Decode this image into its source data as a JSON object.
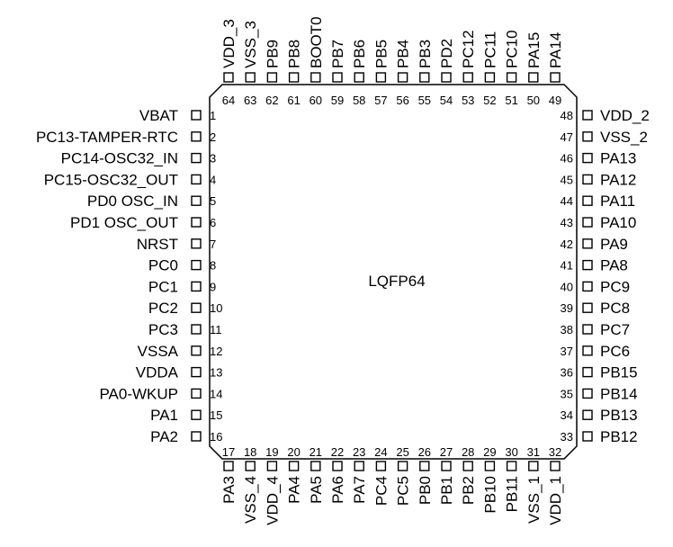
{
  "package": {
    "label": "LQFP64"
  },
  "pins": {
    "left": [
      {
        "num": "1",
        "name": "VBAT"
      },
      {
        "num": "2",
        "name": "PC13-TAMPER-RTC"
      },
      {
        "num": "3",
        "name": "PC14-OSC32_IN"
      },
      {
        "num": "4",
        "name": "PC15-OSC32_OUT"
      },
      {
        "num": "5",
        "name": "PD0 OSC_IN"
      },
      {
        "num": "6",
        "name": "PD1 OSC_OUT"
      },
      {
        "num": "7",
        "name": "NRST"
      },
      {
        "num": "8",
        "name": "PC0"
      },
      {
        "num": "9",
        "name": "PC1"
      },
      {
        "num": "10",
        "name": "PC2"
      },
      {
        "num": "11",
        "name": "PC3"
      },
      {
        "num": "12",
        "name": "VSSA"
      },
      {
        "num": "13",
        "name": "VDDA"
      },
      {
        "num": "14",
        "name": "PA0-WKUP"
      },
      {
        "num": "15",
        "name": "PA1"
      },
      {
        "num": "16",
        "name": "PA2"
      }
    ],
    "bottom": [
      {
        "num": "17",
        "name": "PA3"
      },
      {
        "num": "18",
        "name": "VSS_4"
      },
      {
        "num": "19",
        "name": "VDD_4"
      },
      {
        "num": "20",
        "name": "PA4"
      },
      {
        "num": "21",
        "name": "PA5"
      },
      {
        "num": "22",
        "name": "PA6"
      },
      {
        "num": "23",
        "name": "PA7"
      },
      {
        "num": "24",
        "name": "PC4"
      },
      {
        "num": "25",
        "name": "PC5"
      },
      {
        "num": "26",
        "name": "PB0"
      },
      {
        "num": "27",
        "name": "PB1"
      },
      {
        "num": "28",
        "name": "PB2"
      },
      {
        "num": "29",
        "name": "PB10"
      },
      {
        "num": "30",
        "name": "PB11"
      },
      {
        "num": "31",
        "name": "VSS_1"
      },
      {
        "num": "32",
        "name": "VDD_1"
      }
    ],
    "right": [
      {
        "num": "33",
        "name": "PB12"
      },
      {
        "num": "34",
        "name": "PB13"
      },
      {
        "num": "35",
        "name": "PB14"
      },
      {
        "num": "36",
        "name": "PB15"
      },
      {
        "num": "37",
        "name": "PC6"
      },
      {
        "num": "38",
        "name": "PC7"
      },
      {
        "num": "39",
        "name": "PC8"
      },
      {
        "num": "40",
        "name": "PC9"
      },
      {
        "num": "41",
        "name": "PA8"
      },
      {
        "num": "42",
        "name": "PA9"
      },
      {
        "num": "43",
        "name": "PA10"
      },
      {
        "num": "44",
        "name": "PA11"
      },
      {
        "num": "45",
        "name": "PA12"
      },
      {
        "num": "46",
        "name": "PA13"
      },
      {
        "num": "47",
        "name": "VSS_2"
      },
      {
        "num": "48",
        "name": "VDD_2"
      }
    ],
    "top": [
      {
        "num": "49",
        "name": "PA14"
      },
      {
        "num": "50",
        "name": "PA15"
      },
      {
        "num": "51",
        "name": "PC10"
      },
      {
        "num": "52",
        "name": "PC11"
      },
      {
        "num": "53",
        "name": "PC12"
      },
      {
        "num": "54",
        "name": "PD2"
      },
      {
        "num": "55",
        "name": "PB3"
      },
      {
        "num": "56",
        "name": "PB4"
      },
      {
        "num": "57",
        "name": "PB5"
      },
      {
        "num": "58",
        "name": "PB6"
      },
      {
        "num": "59",
        "name": "PB7"
      },
      {
        "num": "60",
        "name": "BOOT0"
      },
      {
        "num": "61",
        "name": "PB8"
      },
      {
        "num": "62",
        "name": "PB9"
      },
      {
        "num": "63",
        "name": "VSS_3"
      },
      {
        "num": "64",
        "name": "VDD_3"
      }
    ]
  }
}
